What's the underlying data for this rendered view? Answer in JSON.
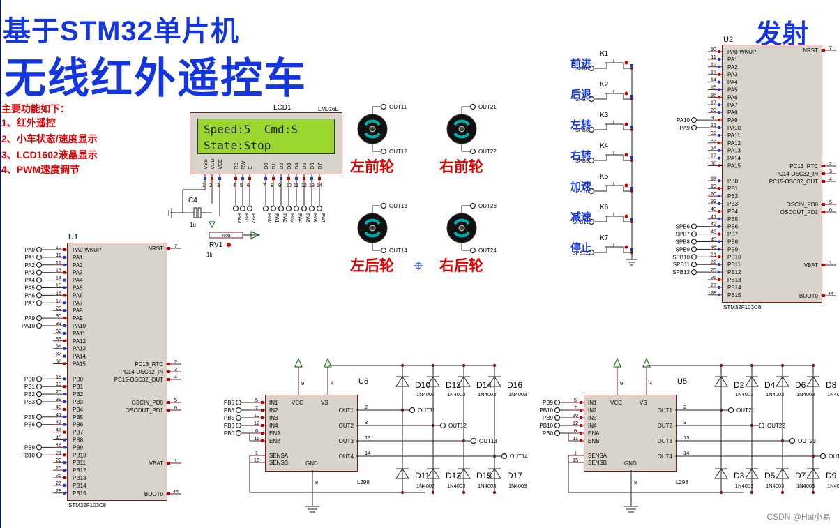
{
  "header": {
    "title_line1": "基于STM32单片机",
    "title_line2": "无线红外遥控车",
    "tx_title": "发射"
  },
  "features": {
    "heading": "主要功能如下：",
    "items": [
      "1、红外遥控",
      "2、小车状态/速度显示",
      "3、LCD1602液晶显示",
      "4、PWM速度调节"
    ]
  },
  "lcd": {
    "ref": "LCD1",
    "part": "LM016L",
    "line1": "Speed:5  Cmd:S",
    "line2": "State:Stop",
    "pins": [
      "VSS",
      "VDD",
      "VEE",
      "RS",
      "RW",
      "E",
      "D0",
      "D1",
      "D2",
      "D3",
      "D4",
      "D5",
      "D6",
      "D7"
    ],
    "pin_nums": [
      "1",
      "2",
      "3",
      "4",
      "5",
      "6",
      "7",
      "8",
      "9",
      "10",
      "11",
      "12",
      "13",
      "14"
    ],
    "bus_labels": [
      "PB3",
      "PB1",
      "PB2",
      "PA0",
      "PA1",
      "PA2",
      "PA3",
      "PA4",
      "PA5",
      "PA6",
      "PA7"
    ]
  },
  "cap": {
    "ref": "C4",
    "value": "1u"
  },
  "pot": {
    "ref": "RV1",
    "value": "1k",
    "pct": "%08"
  },
  "motors": [
    {
      "label": "左前轮",
      "pins": [
        "OUT11",
        "OUT12"
      ]
    },
    {
      "label": "右前轮",
      "pins": [
        "OUT21",
        "OUT22"
      ]
    },
    {
      "label": "左后轮",
      "pins": [
        "OUT13",
        "OUT14"
      ]
    },
    {
      "label": "右后轮",
      "pins": [
        "OUT23",
        "OUT24"
      ]
    }
  ],
  "keys": [
    {
      "ref": "K1",
      "label": "前进",
      "net": "SPB6"
    },
    {
      "ref": "K2",
      "label": "后退",
      "net": "SPB7"
    },
    {
      "ref": "K3",
      "label": "左转",
      "net": "SPB8"
    },
    {
      "ref": "K4",
      "label": "右转",
      "net": "SPB9"
    },
    {
      "ref": "K5",
      "label": "加速",
      "net": "SPB10"
    },
    {
      "ref": "K6",
      "label": "减速",
      "net": "SPB11"
    },
    {
      "ref": "K7",
      "label": "停止",
      "net": "SPB12"
    }
  ],
  "u1": {
    "ref": "U1",
    "part": "STM32F103C8",
    "left_pins": [
      "PA0-WKUP",
      "PA1",
      "PA2",
      "PA3",
      "PA4",
      "PA5",
      "PA6",
      "PA7",
      "PA8",
      "PA9",
      "PA10",
      "PA11",
      "PA12",
      "PA13",
      "PA14",
      "PA15",
      "",
      "PB0",
      "PB1",
      "PB2",
      "PB3",
      "PB4",
      "PB5",
      "PB6",
      "PB7",
      "PB8",
      "PB9",
      "PB10",
      "PB11",
      "PB12",
      "PB13",
      "PB14",
      "PB15"
    ],
    "left_nums": [
      "10",
      "11",
      "12",
      "13",
      "14",
      "15",
      "16",
      "17",
      "29",
      "30",
      "31",
      "32",
      "33",
      "34",
      "37",
      "38",
      "",
      "18",
      "19",
      "20",
      "39",
      "40",
      "41",
      "42",
      "43",
      "45",
      "46",
      "21",
      "22",
      "25",
      "26",
      "27",
      "28"
    ],
    "nets": [
      "PA0",
      "PA1",
      "PA2",
      "PA3",
      "PA4",
      "PA5",
      "PA6",
      "PA7",
      "",
      "PA9",
      "PA10",
      "",
      "",
      "",
      "",
      "",
      "",
      "PB0",
      "PB1",
      "PB2",
      "PB3",
      "",
      "PB5",
      "PB6",
      "",
      "",
      "PB9",
      "PB10",
      "",
      "",
      "",
      "",
      ""
    ],
    "right": [
      {
        "name": "NRST",
        "num": "7"
      },
      {
        "name": "PC13_RTC",
        "num": "2"
      },
      {
        "name": "PC14-OSC32_IN",
        "num": "3"
      },
      {
        "name": "PC15-OSC32_OUT",
        "num": "4"
      },
      {
        "name": "OSCIN_PD0",
        "num": "5"
      },
      {
        "name": "OSCOUT_PD1",
        "num": "6"
      },
      {
        "name": "VBAT",
        "num": "1"
      },
      {
        "name": "BOOT0",
        "num": "44"
      }
    ]
  },
  "u2": {
    "ref": "U2",
    "part": "STM32F103C8",
    "left_pins": [
      "PA0-WKUP",
      "PA1",
      "PA2",
      "PA3",
      "PA4",
      "PA5",
      "PA6",
      "PA7",
      "PA8",
      "PA9",
      "PA10",
      "PA11",
      "PA12",
      "PA13",
      "PA14",
      "PA15",
      "",
      "PB0",
      "PB1",
      "PB2",
      "PB3",
      "PB4",
      "PB5",
      "PB6",
      "PB7",
      "PB8",
      "PB9",
      "PB10",
      "PB11",
      "PB12",
      "PB13",
      "PB14",
      "PB15"
    ],
    "left_nums": [
      "10",
      "11",
      "12",
      "13",
      "14",
      "15",
      "16",
      "17",
      "29",
      "30",
      "31",
      "32",
      "33",
      "34",
      "37",
      "38",
      "",
      "18",
      "19",
      "20",
      "39",
      "40",
      "41",
      "42",
      "43",
      "45",
      "46",
      "21",
      "22",
      "25",
      "26",
      "27",
      "28"
    ],
    "nets": [
      "",
      "",
      "",
      "",
      "",
      "",
      "",
      "",
      "",
      "PA10",
      "PA9",
      "",
      "",
      "",
      "",
      "",
      "",
      "",
      "",
      "",
      "",
      "",
      "",
      "SPB6",
      "SPB7",
      "SPB8",
      "SPB9",
      "SPB10",
      "SPB11",
      "SPB12",
      "",
      "",
      ""
    ],
    "right": [
      {
        "name": "NRST",
        "num": "7"
      },
      {
        "name": "PC13_RTC",
        "num": "2"
      },
      {
        "name": "PC14-OSC32_IN",
        "num": "3"
      },
      {
        "name": "PC15-OSC32_OUT",
        "num": "4"
      },
      {
        "name": "OSCIN_PD0",
        "num": "5"
      },
      {
        "name": "OSCOUT_PD1",
        "num": "6"
      },
      {
        "name": "VBAT",
        "num": "1"
      },
      {
        "name": "BOOT0",
        "num": "44"
      }
    ]
  },
  "l298": [
    {
      "ref": "U6",
      "part": "L298",
      "inputs": [
        {
          "net": "PB5",
          "name": "IN1",
          "num": "5"
        },
        {
          "net": "PB6",
          "name": "IN2",
          "num": "7"
        },
        {
          "net": "PB5",
          "name": "IN3",
          "num": "10"
        },
        {
          "net": "PB6",
          "name": "IN4",
          "num": "12"
        },
        {
          "net": "PB0",
          "name": "ENA",
          "num": "6"
        },
        {
          "net": "",
          "name": "ENB",
          "num": "11"
        }
      ],
      "sense": [
        {
          "name": "SENSA",
          "num": "1"
        },
        {
          "name": "SENSB",
          "num": "15"
        }
      ],
      "outs": [
        {
          "name": "OUT1",
          "num": "2",
          "net": "OUT11"
        },
        {
          "name": "OUT2",
          "num": "3",
          "net": "OUT12"
        },
        {
          "name": "OUT3",
          "num": "13",
          "net": "OUT13"
        },
        {
          "name": "OUT4",
          "num": "14",
          "net": "OUT14"
        }
      ],
      "top": [
        {
          "name": "VCC",
          "num": "9"
        },
        {
          "name": "VS",
          "num": "4"
        }
      ],
      "gnd": {
        "name": "GND",
        "num": "8"
      },
      "diodes_top": [
        "D10",
        "D12",
        "D14",
        "D16"
      ],
      "diodes_bot": [
        "D11",
        "D13",
        "D15",
        "D17"
      ],
      "diode_part": "1N4003"
    },
    {
      "ref": "U5",
      "part": "L298",
      "inputs": [
        {
          "net": "PB9",
          "name": "IN1",
          "num": "5"
        },
        {
          "net": "PB10",
          "name": "IN2",
          "num": "7"
        },
        {
          "net": "PB9",
          "name": "IN3",
          "num": "10"
        },
        {
          "net": "PB10",
          "name": "IN4",
          "num": "12"
        },
        {
          "net": "PB0",
          "name": "ENA",
          "num": "6"
        },
        {
          "net": "",
          "name": "ENB",
          "num": "11"
        }
      ],
      "sense": [
        {
          "name": "SENSA",
          "num": "1"
        },
        {
          "name": "SENSB",
          "num": "15"
        }
      ],
      "outs": [
        {
          "name": "OUT1",
          "num": "2",
          "net": "OUT21"
        },
        {
          "name": "OUT2",
          "num": "3",
          "net": "OUT22"
        },
        {
          "name": "OUT3",
          "num": "13",
          "net": "OUT23"
        },
        {
          "name": "OUT4",
          "num": "14",
          "net": "OUT24"
        }
      ],
      "top": [
        {
          "name": "VCC",
          "num": "9"
        },
        {
          "name": "VS",
          "num": "4"
        }
      ],
      "gnd": {
        "name": "GND",
        "num": "8"
      },
      "diodes_top": [
        "D2",
        "D4",
        "D6",
        "D8"
      ],
      "diodes_bot": [
        "D3",
        "D5",
        "D7",
        "D9"
      ],
      "diode_part": "1N4003"
    }
  ],
  "watermark": "CSDN @Hai小易",
  "colors": {
    "title": "#1436e0",
    "red": "#e00000",
    "wire": "#006400",
    "chip_fill": "#d8d4cc",
    "chip_border": "#7a1a1a",
    "lcd_screen": "#9ad62e",
    "pin_red": "#c00000",
    "pin_blue": "#1a3cd8",
    "motor_teal": "#00b0b0"
  }
}
